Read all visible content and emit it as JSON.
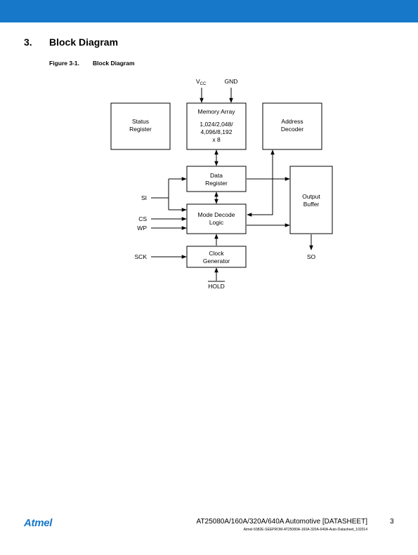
{
  "header": {
    "bar_color": "#1778c9"
  },
  "section": {
    "number": "3.",
    "title": "Block Diagram"
  },
  "figure": {
    "number": "Figure 3-1.",
    "title": "Block Diagram"
  },
  "diagram": {
    "blocks": {
      "status_register": [
        "Status",
        "Register"
      ],
      "memory_array": [
        "Memory Array",
        "1,024/2,048/",
        "4,096/8,192",
        "x  8"
      ],
      "address_decoder": [
        "Address",
        "Decoder"
      ],
      "data_register": [
        "Data",
        "Register"
      ],
      "output_buffer": [
        "Output",
        "Buffer"
      ],
      "mode_decode_logic": [
        "Mode Decode",
        "Logic"
      ],
      "clock_generator": [
        "Clock",
        "Generator"
      ]
    },
    "signals": {
      "vcc_main": "V",
      "vcc_sub": "CC",
      "gnd": "GND",
      "si": "SI",
      "cs": "CS",
      "wp": "WP",
      "sck": "SCK",
      "so": "SO",
      "hold": "HOLD"
    }
  },
  "footer": {
    "logo_text": "Atmel",
    "doc_title": "AT25080A/160A/320A/640A Automotive [DATASHEET]",
    "page_number": "3",
    "doc_id": "Atmel-5082E-SEEPROM-AT25080A-160A-320A-640A-Auto-Datasheet_102014"
  }
}
